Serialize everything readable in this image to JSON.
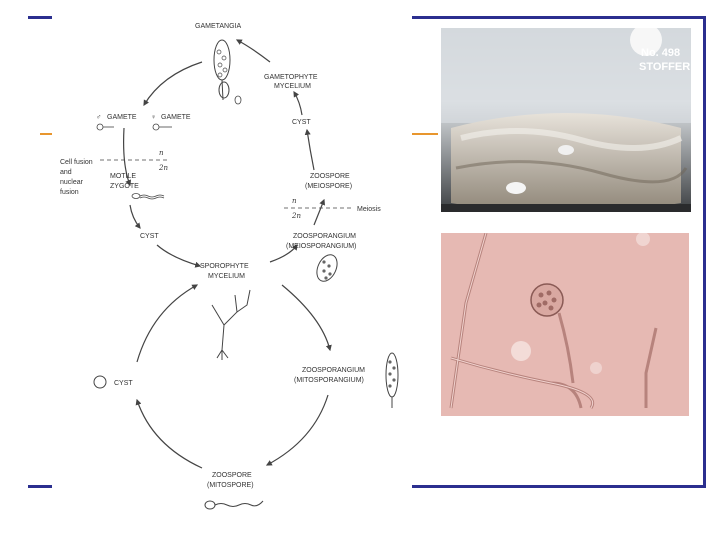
{
  "diagram": {
    "labels": {
      "gametangia": "GAMETANGIA",
      "gametophyte_line1": "GAMETOPHYTE",
      "gametophyte_line2": "MYCELIUM",
      "male_gamete": "GAMETE",
      "female_gamete": "GAMETE",
      "cyst_top": "CYST",
      "cell_fusion_line1": "Cell fusion",
      "cell_fusion_line2": "and",
      "cell_fusion_line3": "nuclear",
      "cell_fusion_line4": "fusion",
      "motile_line1": "MOTILE",
      "motile_line2": "ZYGOTE",
      "n_top": "n",
      "two_n_top": "2n",
      "zoospore_meio_line1": "ZOOSPORE",
      "zoospore_meio_line2": "(MEIOSPORE)",
      "n_right": "n",
      "two_n_right": "2n",
      "meiosis": "Meiosis",
      "cyst_left": "CYST",
      "zoosporangium_meio_line1": "ZOOSPORANGIUM",
      "zoosporangium_meio_line2": "(MEIOSPORANGIUM)",
      "sporophyte_line1": "SPOROPHYTE",
      "sporophyte_line2": "MYCELIUM",
      "zoosporangium_mito_line1": "ZOOSPORANGIUM",
      "zoosporangium_mito_line2": "(MITOSPORANGIUM)",
      "cyst_bottom": "CYST",
      "zoospore_mito_line1": "ZOOSPORE",
      "zoospore_mito_line2": "(MITOSPORE)"
    }
  },
  "flask_photo": {
    "label_line1": "No. 498",
    "label_line2": "STOFFER"
  },
  "colors": {
    "frame": "#2b2f8f",
    "accent": "#e8962e",
    "micro_bg": "#e6b9b3"
  }
}
